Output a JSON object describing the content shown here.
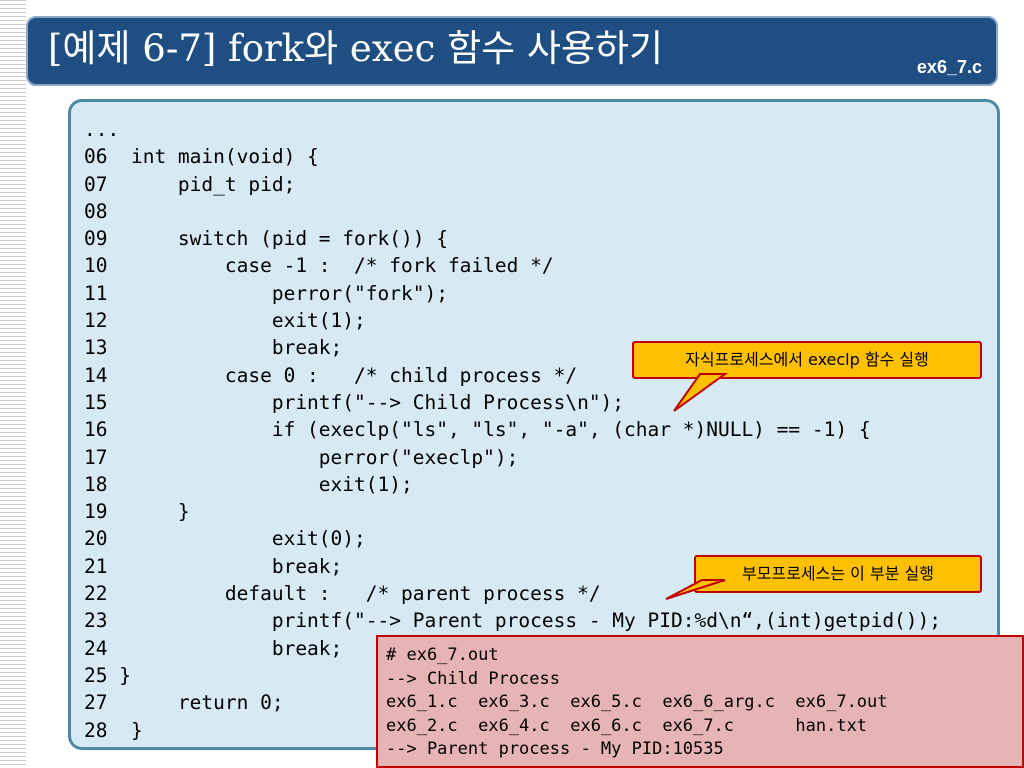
{
  "title": "[예제 6-7] fork와 exec 함수 사용하기",
  "file_name": "ex6_7.c",
  "code_lines": [
    "...",
    "06  int main(void) {",
    "07      pid_t pid;",
    "08",
    "09      switch (pid = fork()) {",
    "10          case -1 :  /* fork failed */",
    "11              perror(\"fork\");",
    "12              exit(1);",
    "13              break;",
    "14          case 0 :   /* child process */",
    "15              printf(\"--> Child Process\\n\");",
    "16              if (execlp(\"ls\", \"ls\", \"-a\", (char *)NULL) == -1) {",
    "17                  perror(\"execlp\");",
    "18                  exit(1);",
    "19      }",
    "20              exit(0);",
    "21              break;",
    "22          default :   /* parent process */",
    "23              printf(\"--> Parent process - My PID:%d\\n“,(int)getpid());",
    "24              break;",
    "25 }",
    "27      return 0;",
    "28  }"
  ],
  "callouts": {
    "child": "자식프로세스에서 execlp 함수 실행",
    "parent": "부모프로세스는 이 부분 실행"
  },
  "output_lines": [
    "# ex6_7.out",
    "--> Child Process",
    "ex6_1.c  ex6_3.c  ex6_5.c  ex6_6_arg.c  ex6_7.out",
    "ex6_2.c  ex6_4.c  ex6_6.c  ex6_7.c      han.txt",
    "--> Parent process - My PID:10535"
  ],
  "colors": {
    "title_bg": "#1f4f82",
    "panel_bg": "#d7e9f3",
    "panel_border": "#4c8aa6",
    "callout_bg": "#ffc000",
    "callout_border": "#c00000",
    "output_bg": "#e6b4b4"
  }
}
